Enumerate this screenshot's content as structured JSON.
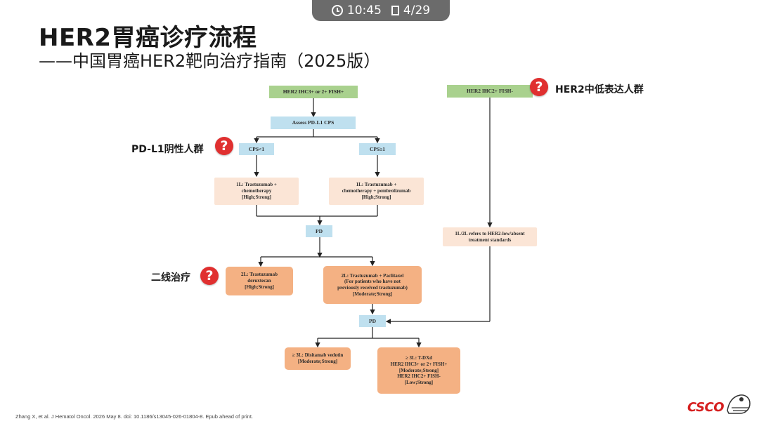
{
  "status_bar": {
    "time": "10:45",
    "page": "4/29"
  },
  "title": {
    "main": "HER2胃癌诊疗流程",
    "sub": "——中国胃癌HER2靶向治疗指南（2025版）"
  },
  "flow": {
    "her2_pos": "HER2 IHC3+ or 2+ FISH+",
    "her2_low": "HER2 IHC2+ FISH-",
    "assess": "Assess PD-L1 CPS",
    "cps_neg": "CPS<1",
    "cps_pos": "CPS≥1",
    "l1_a": "1L: Trastuzumab +\nchemotherapy\n[High;Strong]",
    "l1_b": "1L: Trastuzumab +\nchemotherapy + pembrolizumab\n[High;Strong]",
    "pd1": "PD",
    "low_std": "1L/2L refers to HER2-low/absent\ntreatment standards",
    "l2_a": "2L: Trastuzumab\nderuxtecan\n[High;Strong]",
    "l2_b": "2L: Trastuzumab + Paclitaxel\n(For patients who have not\npreviously received trastuzumab)\n[Moderate;Strong]",
    "pd2": "PD",
    "l3_a": "≥ 3L: Disitamab vedotin\n[Moderate;Strong]",
    "l3_b": "≥ 3L: T-DXd\nHER2 IHC3+ or 2+ FISH+\n[Moderate;Strong]\nHER2 IHC2+ FISH-\n[Low;Strong]"
  },
  "annotations": {
    "low_group": "HER2中低表达人群",
    "pdl1_neg": "PD-L1阴性人群",
    "second_line": "二线治疗",
    "question_glyph": "?"
  },
  "citation": "Zhang X, et al. J Hematol Oncol. 2026 May 8. doi: 10.1186/s13045-026-01804-8. Epub ahead of print.",
  "logo": {
    "text": "CSCO"
  },
  "colors": {
    "green": "#a9d18e",
    "blue": "#bfe0ef",
    "peach": "#fbe5d6",
    "orange": "#f4b183",
    "question_red": "#e03030",
    "logo_red": "#d62020"
  }
}
